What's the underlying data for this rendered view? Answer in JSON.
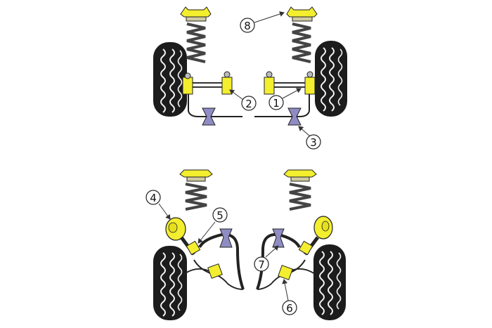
{
  "diagram": {
    "callouts": {
      "c1": "1",
      "c2": "2",
      "c3": "3",
      "c4": "4",
      "c5": "5",
      "c6": "6",
      "c7": "7",
      "c8": "8"
    }
  },
  "colors": {
    "bush_yellow": "#f3ee2e",
    "bush_purple": "#8f8cc4",
    "tyre": "#1c1c1c",
    "tread": "#f2f2f2",
    "spring": "#444444",
    "outline": "#222222"
  }
}
